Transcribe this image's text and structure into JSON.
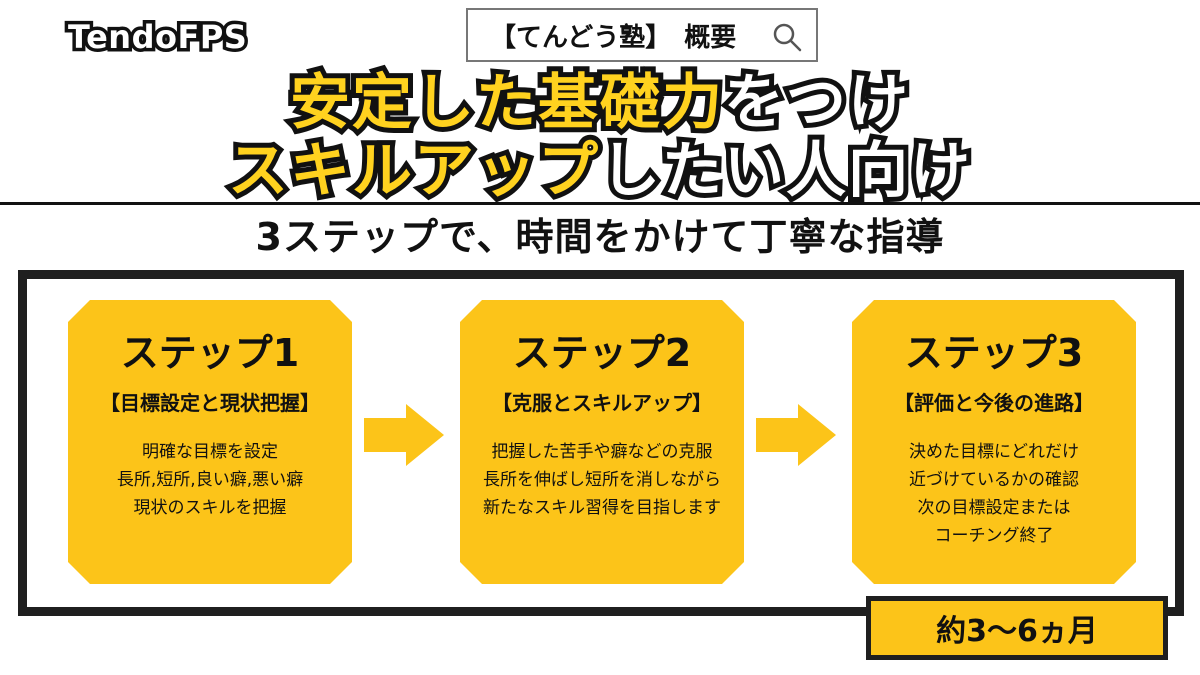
{
  "logo": {
    "text": "TendoFPS"
  },
  "search": {
    "text": "【てんどう塾】　概要"
  },
  "headline": {
    "line1": {
      "highlight": "安定した基礎力",
      "rest": "をつけ"
    },
    "line2": {
      "highlight": "スキルアップ",
      "rest": "したい人向け"
    }
  },
  "subtitle": "3ステップで、時間をかけて丁寧な指導",
  "steps": [
    {
      "title": "ステップ1",
      "subtitle": "【目標設定と現状把握】",
      "lines": [
        "明確な目標を設定",
        "長所,短所,良い癖,悪い癖",
        "現状のスキルを把握"
      ]
    },
    {
      "title": "ステップ2",
      "subtitle": "【克服とスキルアップ】",
      "lines": [
        "把握した苦手や癖などの克服",
        "長所を伸ばし短所を消しながら",
        "新たなスキル習得を目指します"
      ]
    },
    {
      "title": "ステップ3",
      "subtitle": "【評価と今後の進路】",
      "lines": [
        "決めた目標にどれだけ",
        "近づけているかの確認",
        "次の目標設定または",
        "コーチング終了"
      ]
    }
  ],
  "duration": "約3〜6ヵ月",
  "colors": {
    "accent": "#fcc419",
    "text": "#111111",
    "frame": "#1f1f1f"
  }
}
